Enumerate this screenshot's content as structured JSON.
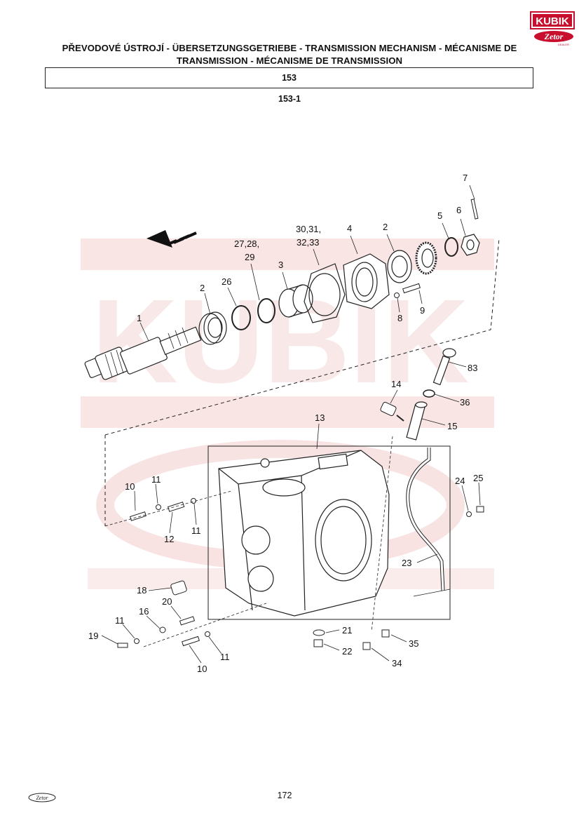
{
  "header": {
    "title_line1": "PŘEVODOVÉ ÚSTROJÍ - ÜBERSETZUNGSGETRIEBE - TRANSMISSION MECHANISM - MÉCANISME DE",
    "title_line2": "TRANSMISSION - MÉCANISME DE TRANSMISSION",
    "group_code": "153",
    "subgroup_code": "153-1"
  },
  "logo": {
    "brand_top": "KUBIK",
    "brand_bottom": "Zetor",
    "tagline": "DEALER"
  },
  "footer": {
    "page_number": "172",
    "brand": "Zetor"
  },
  "watermark": {
    "text": "KUBIK",
    "color": "#f3c4c4"
  },
  "colors": {
    "logo_red": "#c8102e",
    "line": "#222222"
  },
  "callouts": [
    {
      "id": "c7",
      "text": "7"
    },
    {
      "id": "c5",
      "text": "5"
    },
    {
      "id": "c6",
      "text": "6"
    },
    {
      "id": "c30",
      "text": "30,31,"
    },
    {
      "id": "c32",
      "text": "32,33"
    },
    {
      "id": "c4",
      "text": "4"
    },
    {
      "id": "c2a",
      "text": "2"
    },
    {
      "id": "c27",
      "text": "27,28,"
    },
    {
      "id": "c29",
      "text": "29"
    },
    {
      "id": "c3",
      "text": "3"
    },
    {
      "id": "c2b",
      "text": "2"
    },
    {
      "id": "c26",
      "text": "26"
    },
    {
      "id": "c1",
      "text": "1"
    },
    {
      "id": "c8",
      "text": "8"
    },
    {
      "id": "c9",
      "text": "9"
    },
    {
      "id": "c83",
      "text": "83"
    },
    {
      "id": "c14",
      "text": "14"
    },
    {
      "id": "c36",
      "text": "36"
    },
    {
      "id": "c15",
      "text": "15"
    },
    {
      "id": "c13",
      "text": "13"
    },
    {
      "id": "c10a",
      "text": "10"
    },
    {
      "id": "c11a",
      "text": "11"
    },
    {
      "id": "c12",
      "text": "12"
    },
    {
      "id": "c11b",
      "text": "11"
    },
    {
      "id": "c24",
      "text": "24"
    },
    {
      "id": "c25",
      "text": "25"
    },
    {
      "id": "c23",
      "text": "23"
    },
    {
      "id": "c18",
      "text": "18"
    },
    {
      "id": "c20",
      "text": "20"
    },
    {
      "id": "c11c",
      "text": "11"
    },
    {
      "id": "c16",
      "text": "16"
    },
    {
      "id": "c19",
      "text": "19"
    },
    {
      "id": "c10b",
      "text": "10"
    },
    {
      "id": "c11d",
      "text": "11"
    },
    {
      "id": "c21",
      "text": "21"
    },
    {
      "id": "c22",
      "text": "22"
    },
    {
      "id": "c35",
      "text": "35"
    },
    {
      "id": "c34",
      "text": "34"
    }
  ]
}
